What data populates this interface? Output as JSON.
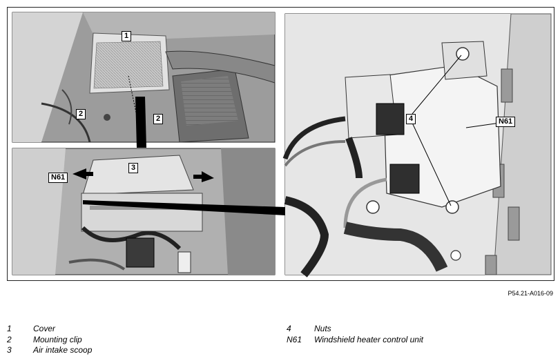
{
  "figure_id": "P54.21-A016-09",
  "callouts": {
    "c1": "1",
    "c2a": "2",
    "c2b": "2",
    "c3": "3",
    "n61_left": "N61",
    "c4": "4",
    "n61_right": "N61"
  },
  "legend": {
    "left": [
      {
        "num": "1",
        "label": "Cover"
      },
      {
        "num": "2",
        "label": "Mounting clip"
      },
      {
        "num": "3",
        "label": "Air intake scoop"
      }
    ],
    "right": [
      {
        "num": "4",
        "label": "Nuts"
      },
      {
        "num": "N61",
        "label": "Windshield heater control unit"
      }
    ]
  }
}
